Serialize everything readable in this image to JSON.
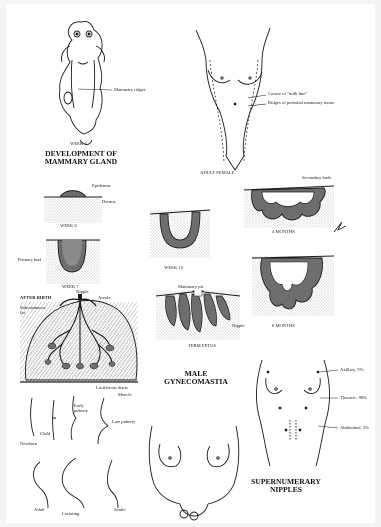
{
  "titles": {
    "development": "DEVELOPMENT OF MAMMARY GLAND",
    "gynecomastia": "MALE GYNECOMASTIA",
    "supernumerary": "SUPERNUMERARY NIPPLES"
  },
  "labels": {
    "mammary_ridges": "Mammary ridges",
    "week4_top": "WEEK 4",
    "adult_female": "ADULT FEMALE",
    "milk_line": "Course of \"milk line\"",
    "ridges_potential": "Ridges of potential mammary tissue",
    "epidermis": "Epidermis",
    "dermis": "Dermis",
    "week6": "WEEK 6",
    "secondary_buds": "Secondary buds",
    "months4": "4 MONTHS",
    "primary_bud": "Primary bud",
    "week7": "WEEK 7",
    "week10": "WEEK 10",
    "months6": "6 MONTHS",
    "after_birth": "AFTER BIRTH",
    "subcutaneous_fat": "Subcutaneous fat",
    "nipple_ab": "Nipple",
    "areola": "Areola",
    "lactiferous_ducts": "Lactiferous ducts",
    "muscle": "Muscle",
    "mammary_pit": "Mammary pit",
    "nipple_tf": "Nipple",
    "term_fetus": "TERM FETUS",
    "newborn": "Newborn",
    "child": "Child",
    "early_puberty": "Early puberty",
    "late_puberty": "Late puberty",
    "adult": "Adult",
    "lactating": "Lactating",
    "senile": "Senile",
    "axillary": "Axillary, 5%",
    "thoracic": "Thoracic, 90%",
    "abdominal": "Abdominal, 5%"
  },
  "colors": {
    "ink": "#1a1a1a",
    "tissue_dark": "#6e6e6e",
    "tissue_mid": "#b8b8b8",
    "dots": "#9a9a9a",
    "frame": "#f4f4f3"
  }
}
